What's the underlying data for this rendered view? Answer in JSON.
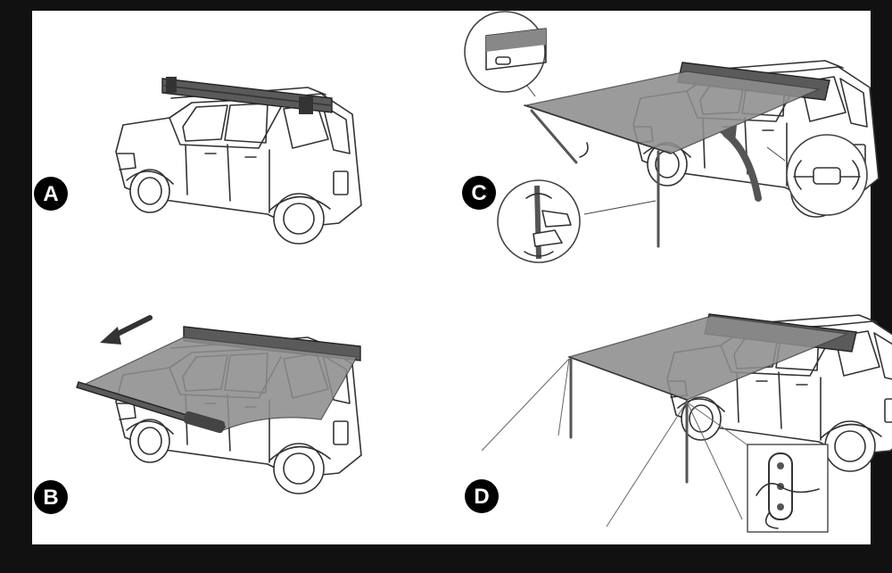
{
  "steps": [
    {
      "id": "A",
      "label": "A"
    },
    {
      "id": "B",
      "label": "B"
    },
    {
      "id": "C",
      "label": "C"
    },
    {
      "id": "D",
      "label": "D"
    }
  ],
  "colors": {
    "background": "#111111",
    "panel": "#ffffff",
    "awning_fabric": "#8e8e8e",
    "awning_roll": "#5a5a5a",
    "badge": "#000000"
  }
}
